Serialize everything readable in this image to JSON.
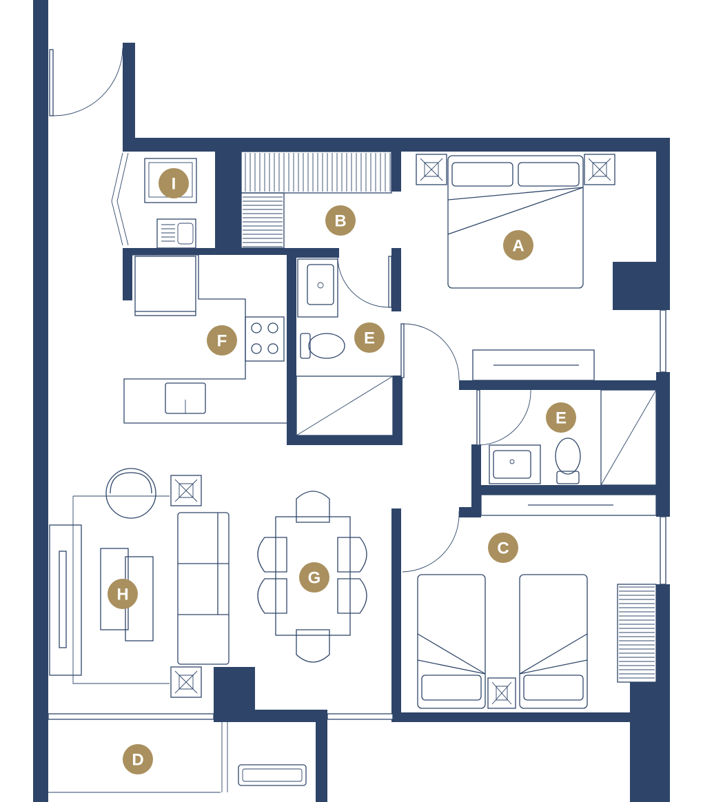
{
  "plan": {
    "colors": {
      "wall": "#2e4569",
      "marker": "#a9905e",
      "background": "#ffffff"
    },
    "room_markers": [
      {
        "id": "A",
        "label": "A"
      },
      {
        "id": "B",
        "label": "B"
      },
      {
        "id": "C",
        "label": "C"
      },
      {
        "id": "D",
        "label": "D"
      },
      {
        "id": "E1",
        "label": "E"
      },
      {
        "id": "E2",
        "label": "E"
      },
      {
        "id": "F",
        "label": "F"
      },
      {
        "id": "G",
        "label": "G"
      },
      {
        "id": "H",
        "label": "H"
      },
      {
        "id": "I",
        "label": "I"
      }
    ]
  }
}
